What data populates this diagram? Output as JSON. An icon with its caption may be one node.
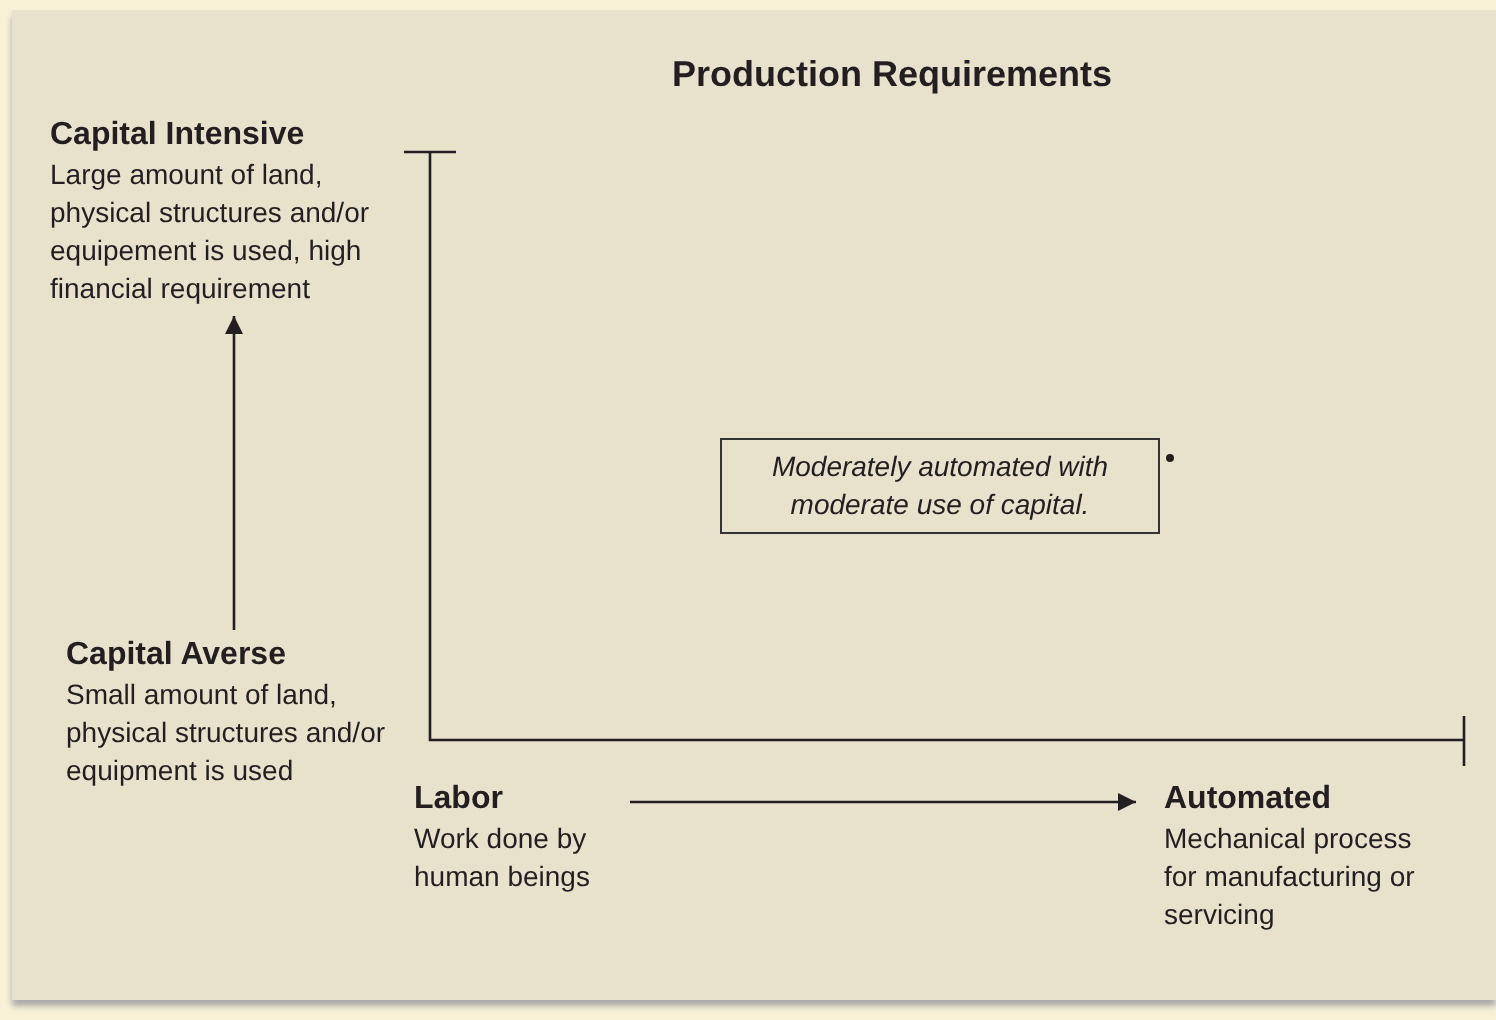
{
  "diagram": {
    "title": "Production Requirements",
    "nodes": [
      {
        "text": [
          "Capital Intensive",
          "Large amount of land, physical structures and/or equipement is used, high financial requirement"
        ]
      },
      {
        "text": [
          "Capital Averse",
          "Small amount of land, physical structures and/or equipment is used"
        ]
      },
      {
        "text": [
          "Labor",
          "Work done by human beings"
        ]
      },
      {
        "text": [
          "Automated",
          "Mechanical process for manufacturing or servicing"
        ]
      },
      {
        "text": [
          "Moderately automated with moderate use of capital."
        ]
      }
    ],
    "edges": [
      {
        "from": 1,
        "to": 0,
        "arrow": "to"
      },
      {
        "from": 2,
        "to": 3,
        "arrow": "to"
      }
    ]
  }
}
